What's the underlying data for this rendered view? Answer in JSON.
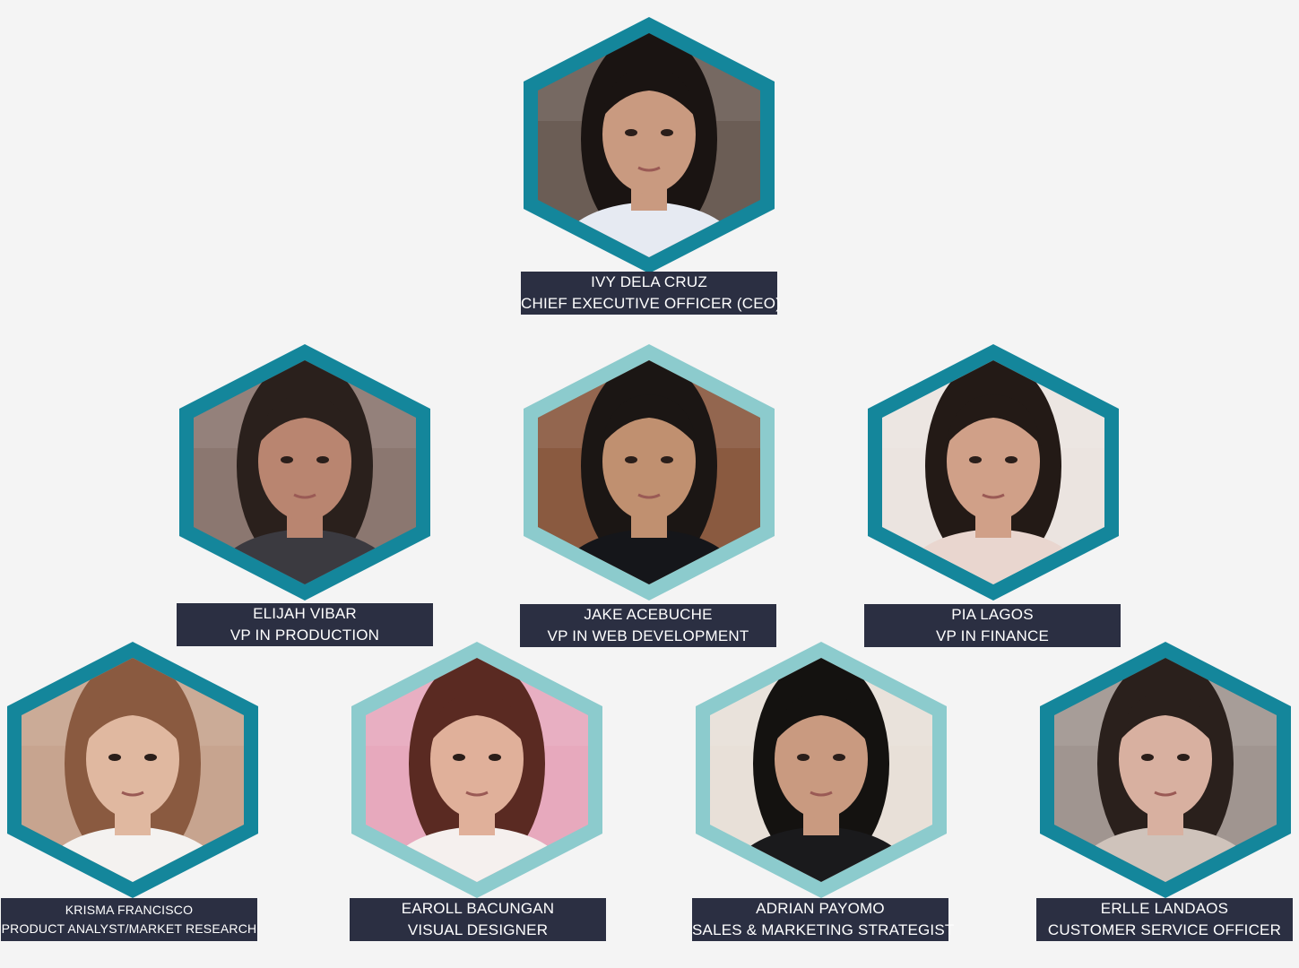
{
  "colors": {
    "background": "#f4f4f4",
    "frame_dark": "#14869b",
    "frame_light": "#8ccbcd",
    "label_bg": "#2b2f42",
    "label_text": "#ffffff"
  },
  "members": [
    {
      "name": "IVY DELA CRUZ",
      "title": "CHIEF EXECUTIVE OFFICER (CEO)",
      "frame": "dark",
      "photo": "woman-long-dark-hair-portrait",
      "skin": "#c99a80",
      "hair": "#1a1412",
      "shirt": "#e6eaf2",
      "bg": "#6b5d55"
    },
    {
      "name": "ELIJAH VIBAR",
      "title": "VP IN PRODUCTION",
      "frame": "dark",
      "photo": "person-wearing-face-mask-portrait",
      "skin": "#b98570",
      "hair": "#2a201c",
      "shirt": "#3b3a40",
      "bg": "#8b7770"
    },
    {
      "name": "JAKE ACEBUCHE",
      "title": "VP IN WEB DEVELOPMENT",
      "frame": "light",
      "photo": "man-black-shirt-brick-wall-portrait",
      "skin": "#c09070",
      "hair": "#1b1614",
      "shirt": "#15161a",
      "bg": "#8a5a40"
    },
    {
      "name": "PIA LAGOS",
      "title": "VP IN FINANCE",
      "frame": "dark",
      "photo": "woman-long-hair-light-wall-portrait",
      "skin": "#d0a088",
      "hair": "#231a16",
      "shirt": "#e9d6cf",
      "bg": "#ebe4e0"
    },
    {
      "name": "KRISMA FRANCISCO",
      "title": "PRODUCT ANALYST/MARKET RESEARCH",
      "frame": "dark",
      "photo": "woman-glasses-white-shirt-portrait",
      "skin": "#e0b8a0",
      "hair": "#8a5a40",
      "shirt": "#f4f2f0",
      "bg": "#c7a48f"
    },
    {
      "name": "EAROLL BACUNGAN",
      "title": "VISUAL DESIGNER",
      "frame": "light",
      "photo": "woman-glasses-pink-wall-portrait",
      "skin": "#e0b09a",
      "hair": "#5a2a22",
      "shirt": "#f5f0ee",
      "bg": "#e7a9bd"
    },
    {
      "name": "ADRIAN PAYOMO",
      "title": "SALES & MARKETING STRATEGIST",
      "frame": "light",
      "photo": "man-short-hair-black-shirt-portrait",
      "skin": "#c99a80",
      "hair": "#141210",
      "shirt": "#1a1a1c",
      "bg": "#e8e0d8"
    },
    {
      "name": "ERLLE LANDAOS",
      "title": "CUSTOMER SERVICE OFFICER",
      "frame": "dark",
      "photo": "woman-double-exposure-portrait",
      "skin": "#d8b0a0",
      "hair": "#2a201c",
      "shirt": "#cfc3bb",
      "bg": "#a09590"
    }
  ]
}
